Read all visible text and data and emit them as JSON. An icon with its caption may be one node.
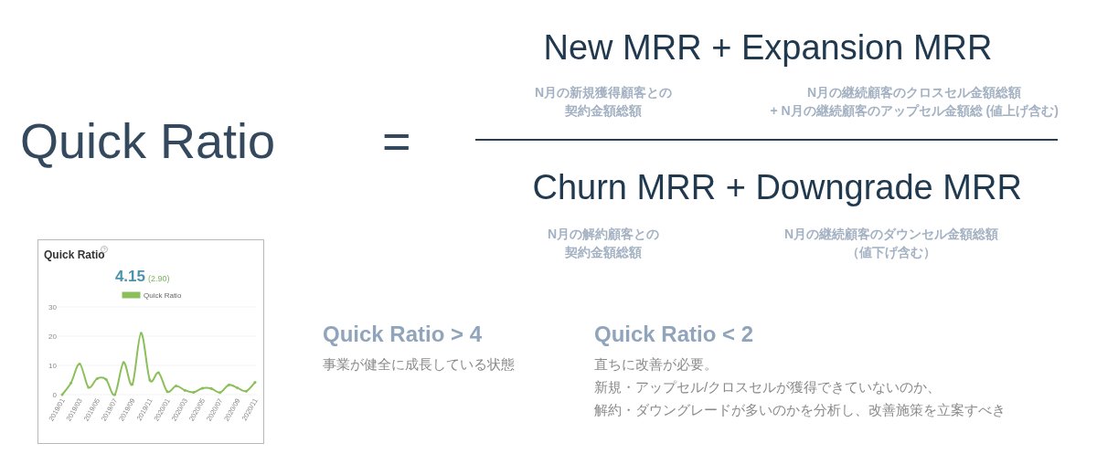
{
  "diagram": {
    "labels": [
      "Quick Ratio",
      "=",
      "New MRR + Expansion MRR",
      "N月の新規獲得顧客との",
      "N月の継続顧客のクロスセル金額総額",
      "契約金額総額",
      "+ N月の継続顧客のアップセル金額総 (値上げ含む)",
      "Churn MRR + Downgrade MRR",
      "N月の解約顧客との",
      "N月の継続顧客のダウンセル金額総額",
      "契約金額総額",
      "（値下げ含む）",
      "Quick Ratio > 4",
      "Quick Ratio < 2",
      "事業が健全に成長している状態",
      "直ちに改善が必要。",
      "新規・アップセル/クロスセルが獲得できていないのか、",
      "解約・ダウングレードが多いのかを分析し、改善施策を立案すべき"
    ],
    "chart_data": {
      "type": "line",
      "title": "Quick Ratio",
      "categories": [
        "2019/01",
        null,
        "2019/03",
        null,
        "2019/05",
        null,
        "2019/07",
        null,
        "2019/09",
        null,
        "2019/11",
        null,
        "2020/01",
        null,
        "2020/03",
        null,
        "2020/05",
        null,
        "2020/07",
        null,
        "2020/09",
        null,
        "2020/11"
      ],
      "series": [
        {
          "name": "Quick Ratio",
          "color": "#8cbf5a",
          "values": [
            0,
            4,
            10.5,
            2.5,
            5.5,
            5.2,
            0,
            11,
            3.5,
            21,
            5,
            7.5,
            1,
            3,
            1.5,
            0.8,
            2.2,
            2.1,
            0.7,
            3.3,
            2.3,
            1.2,
            4.2
          ]
        }
      ],
      "ylim": [
        0,
        30
      ],
      "yticks": [
        0,
        10,
        20,
        30
      ],
      "annotations": [
        "4.15",
        "(2.90)"
      ]
    }
  }
}
